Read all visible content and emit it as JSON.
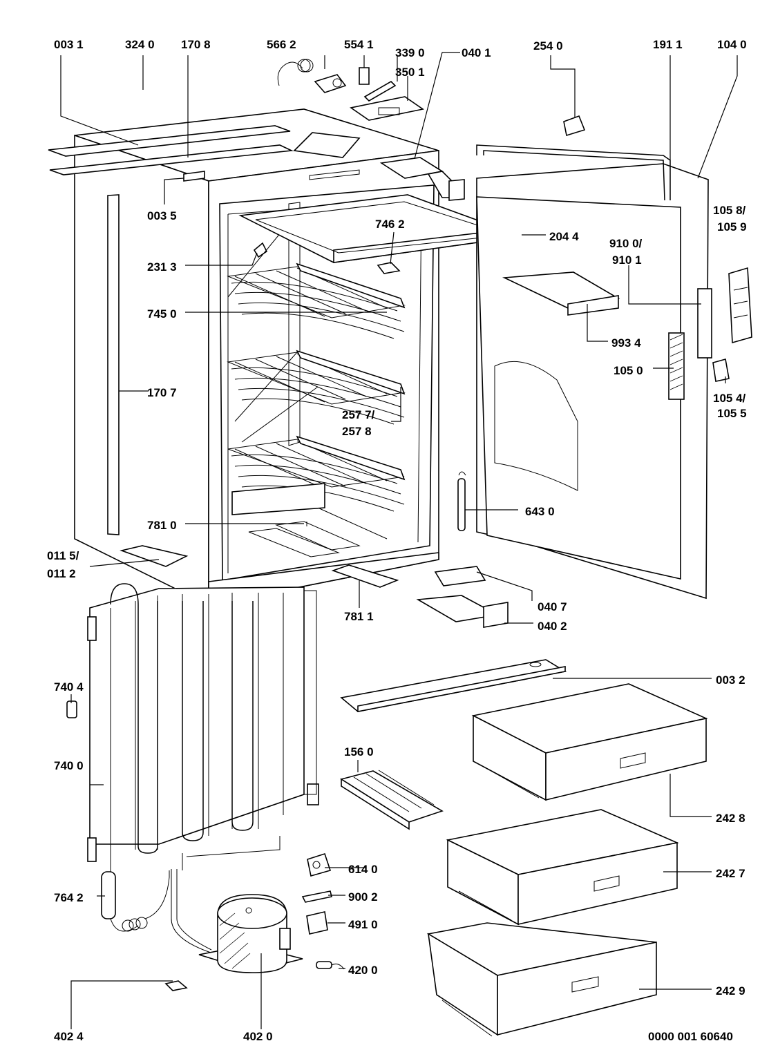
{
  "labels": {
    "p0031": "003 1",
    "p3240": "324 0",
    "p1708": "170 8",
    "p5662": "566 2",
    "p5541": "554 1",
    "p3390": "339 0",
    "p3501": "350 1",
    "p0401": "040 1",
    "p2540": "254 0",
    "p1911": "191 1",
    "p1040": "104 0",
    "p0035": "003 5",
    "p7462": "746 2",
    "p2044": "204 4",
    "p1058": "105 8/",
    "p1059": "105 9",
    "p9100": "910 0/",
    "p9101": "910 1",
    "p2313": "231 3",
    "p7450": "745 0",
    "p9934": "993 4",
    "p1050": "105 0",
    "p1707": "170 7",
    "p2577": "257 7/",
    "p2578": "257 8",
    "p1054": "105 4/",
    "p1055": "105 5",
    "p6430": "643 0",
    "p7810": "781 0",
    "p0115": "011 5/",
    "p0112": "011 2",
    "p0407": "040 7",
    "p7811": "781 1",
    "p0402": "040 2",
    "p0032": "003 2",
    "p7404": "740 4",
    "p7400": "740 0",
    "p1560": "156 0",
    "p2428": "242 8",
    "p6140": "614 0",
    "p2427": "242 7",
    "p7642": "764 2",
    "p9002": "900 2",
    "p4910": "491 0",
    "p4200": "420 0",
    "p2429": "242 9",
    "p4024": "402 4",
    "p4020": "402 0",
    "docnum": "0000 001 60640"
  }
}
